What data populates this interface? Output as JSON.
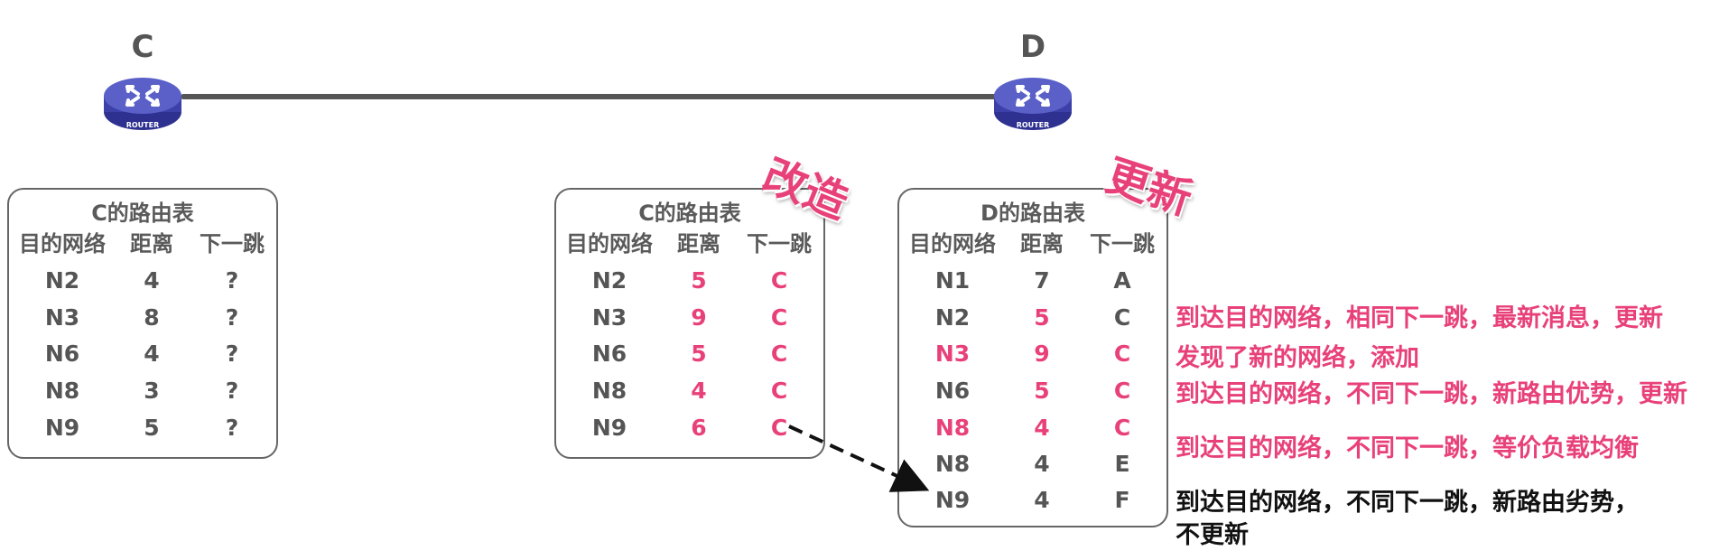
{
  "nodes": {
    "c": {
      "label": "C",
      "router_text": "ROUTER"
    },
    "d": {
      "label": "D",
      "router_text": "ROUTER"
    }
  },
  "headers": {
    "dest": "目的网络",
    "dist": "距离",
    "next": "下一跳"
  },
  "tables": {
    "c_original": {
      "title": "C的路由表",
      "rows": [
        {
          "dest": "N2",
          "dist": "4",
          "next": "?"
        },
        {
          "dest": "N3",
          "dist": "8",
          "next": "?"
        },
        {
          "dest": "N6",
          "dist": "4",
          "next": "?"
        },
        {
          "dest": "N8",
          "dist": "3",
          "next": "?"
        },
        {
          "dest": "N9",
          "dist": "5",
          "next": "?"
        }
      ]
    },
    "c_modified": {
      "title": "C的路由表",
      "rows": [
        {
          "dest": "N2",
          "dist": "5",
          "next": "C"
        },
        {
          "dest": "N3",
          "dist": "9",
          "next": "C"
        },
        {
          "dest": "N6",
          "dist": "5",
          "next": "C"
        },
        {
          "dest": "N8",
          "dist": "4",
          "next": "C"
        },
        {
          "dest": "N9",
          "dist": "6",
          "next": "C"
        }
      ]
    },
    "d_updated": {
      "title": "D的路由表",
      "rows": [
        {
          "dest": "N1",
          "dist": "7",
          "next": "A"
        },
        {
          "dest": "N2",
          "dist": "5",
          "next": "C"
        },
        {
          "dest": "N3",
          "dist": "9",
          "next": "C"
        },
        {
          "dest": "N6",
          "dist": "5",
          "next": "C"
        },
        {
          "dest": "N8",
          "dist": "4",
          "next": "C"
        },
        {
          "dest": "N8",
          "dist": "4",
          "next": "E"
        },
        {
          "dest": "N9",
          "dist": "4",
          "next": "F"
        }
      ]
    }
  },
  "stamps": {
    "modify": "改造",
    "update": "更新"
  },
  "notes": {
    "same_next_hop": "到达目的网络，相同下一跳，最新消息，更新",
    "new_network": "发现了新的网络，添加",
    "better_route": "到达目的网络，不同下一跳，新路由优势，更新",
    "equal_cost": "到达目的网络，不同下一跳，等价负载均衡",
    "worse_route_line1": "到达目的网络，不同下一跳，新路由劣势，",
    "worse_route_line2": "不更新"
  },
  "colors": {
    "highlight": "#e8417a",
    "text": "#555555",
    "router": "#4a4fb0"
  }
}
